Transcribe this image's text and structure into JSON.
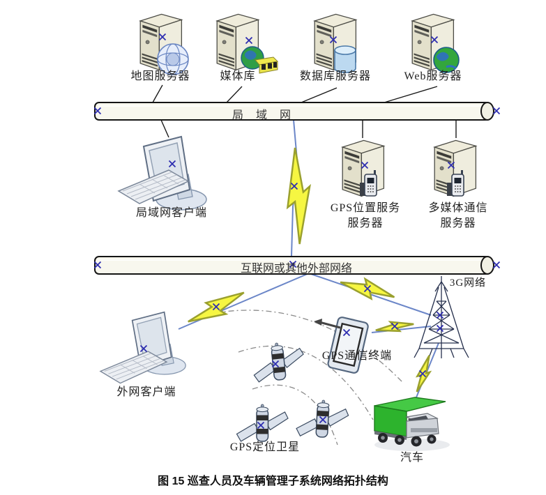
{
  "figure": {
    "caption": "图 15 巡查人员及车辆管理子系统网络拓扑结构"
  },
  "buses": {
    "lan_label": "局域网",
    "internet_label": "互联网或其他外部网络"
  },
  "nodes": {
    "map_server": "地图服务器",
    "media_library": "媒体库",
    "database_server": "数据库服务器",
    "web_server": "Web服务器",
    "lan_client": "局域网客户端",
    "gps_service_server_line1": "GPS位置服务",
    "gps_service_server_line2": "服务器",
    "multimedia_server_line1": "多媒体通信",
    "multimedia_server_line2": "服务器",
    "external_client": "外网客户端",
    "gps_terminal": "GPS通信终端",
    "g3_network": "3G网络",
    "gps_satellites": "GPS定位卫星",
    "vehicle": "汽车"
  },
  "colors": {
    "lightning_yellow": "#f6f642",
    "wireless_line_blue": "#6b86c8",
    "x_mark_blue": "#2d2db0",
    "truck_green": "#2db32d",
    "server_beige": "#e3e0cb",
    "bus_fill": "#f8f7ee"
  },
  "icons": {
    "connection_x": "×",
    "lightning": "⚡"
  }
}
